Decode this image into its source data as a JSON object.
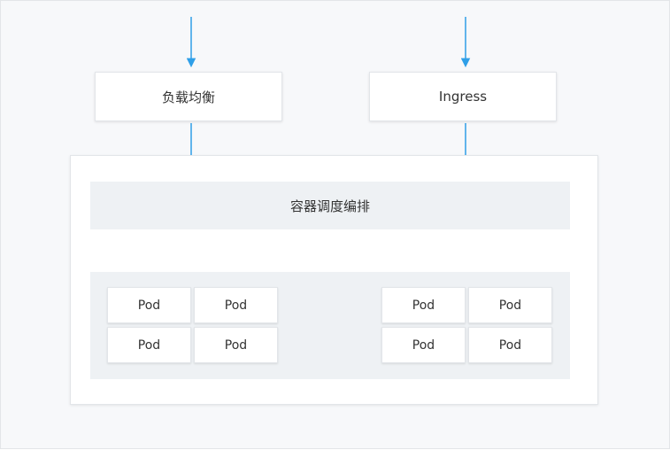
{
  "diagram": {
    "top_left_label": "负载均衡",
    "top_right_label": "Ingress",
    "scheduler_label": "容器调度编排",
    "pod_groups": [
      {
        "pods": [
          "Pod",
          "Pod",
          "Pod",
          "Pod"
        ]
      },
      {
        "pods": [
          "Pod",
          "Pod",
          "Pod",
          "Pod"
        ]
      }
    ]
  },
  "colors": {
    "connector": "#2f9fe8",
    "band": "#eef1f4",
    "background": "#f7f8fa"
  }
}
